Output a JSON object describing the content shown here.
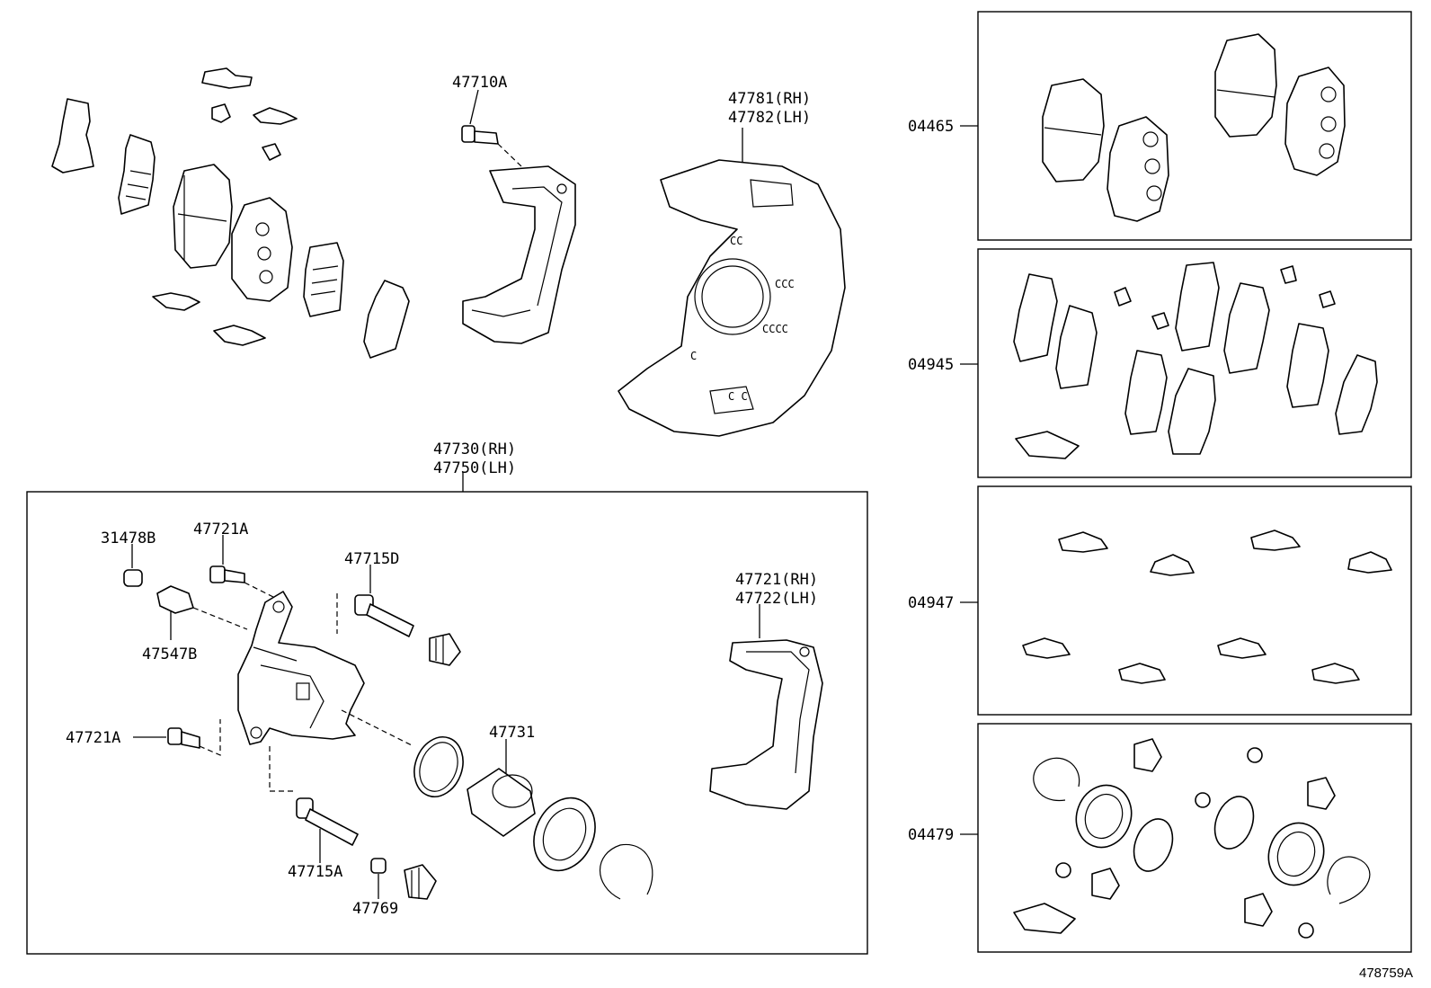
{
  "labels": {
    "p47710A": "47710A",
    "p47781": "47781(RH)",
    "p47782": "47782(LH)",
    "p47730": "47730(RH)",
    "p47750": "47750(LH)",
    "p31478B": "31478B",
    "p47721A_top": "47721A",
    "p47715D": "47715D",
    "p47721": "47721(RH)",
    "p47722": "47722(LH)",
    "p47547B": "47547B",
    "p47721A_mid": "47721A",
    "p47731": "47731",
    "p47715A": "47715A",
    "p47769": "47769",
    "p04465": "04465",
    "p04945": "04945",
    "p04947": "04947",
    "p04479": "04479",
    "diagram_id": "478759A"
  }
}
